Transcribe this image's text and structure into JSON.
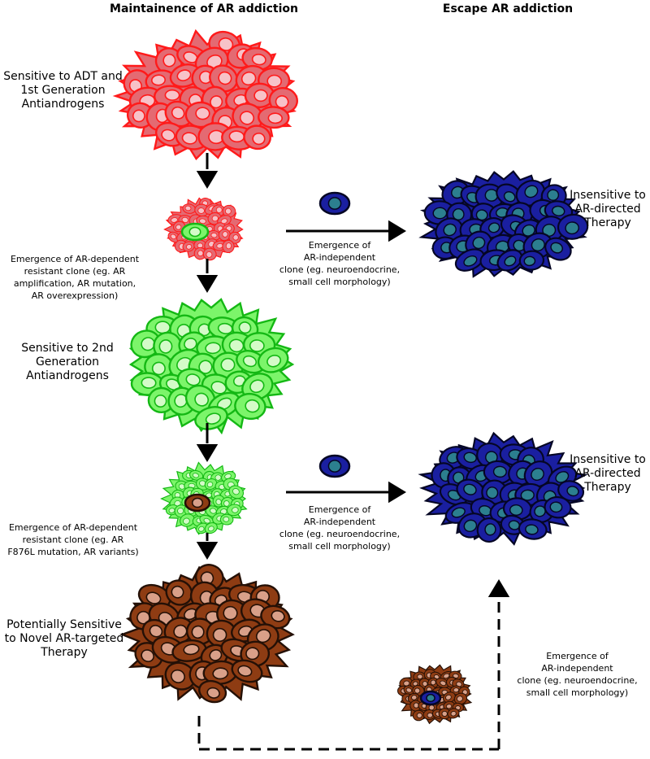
{
  "headers": {
    "left": "Maintainence of AR addiction",
    "right": "Escape AR addiction"
  },
  "labels": {
    "adt_sensitive": [
      "Sensitive to ADT and",
      "1st Generation",
      "Antiandrogens"
    ],
    "second_gen_sensitive": [
      "Sensitive to 2nd",
      "Generation",
      "Antiandrogens"
    ],
    "novel_sensitive": [
      "Potentially Sensitive",
      "to Novel AR-targeted",
      "Therapy"
    ],
    "insensitive_1": [
      "Insensitive to",
      "AR-directed",
      "Therapy"
    ],
    "insensitive_2": [
      "Insensitive to",
      "AR-directed",
      "Therapy"
    ]
  },
  "annotations": {
    "ar_dependent_1": [
      "Emergence of AR-dependent",
      "resistant clone (eg. AR",
      "amplification, AR mutation,",
      "AR overexpression)"
    ],
    "ar_dependent_2": [
      "Emergence of AR-dependent",
      "resistant clone (eg. AR",
      "F876L mutation, AR variants)"
    ],
    "ar_independent_1": [
      "Emergence of",
      "AR-independent",
      "clone (eg. neuroendocrine,",
      "small cell morphology)"
    ],
    "ar_independent_2": [
      "Emergence of",
      "AR-independent",
      "clone (eg. neuroendocrine,",
      "small cell morphology)"
    ],
    "ar_independent_3": [
      "Emergence of",
      "AR-independent",
      "clone (eg. neuroendocrine,",
      "small cell morphology)"
    ]
  },
  "colors": {
    "red_fill": "#e46a72",
    "red_edge": "#ff1a1a",
    "red_nucleus": "#f7c2c8",
    "green_fill": "#7cf56a",
    "green_edge": "#14b814",
    "green_nucleus": "#d4fbc8",
    "brown_fill": "#8e3c13",
    "brown_edge": "#241006",
    "brown_nucleus": "#d9a089",
    "blue_fill": "#1a1fa0",
    "blue_edge": "#050624",
    "blue_nucleus": "#2c7f8f",
    "arrow": "#000000"
  }
}
